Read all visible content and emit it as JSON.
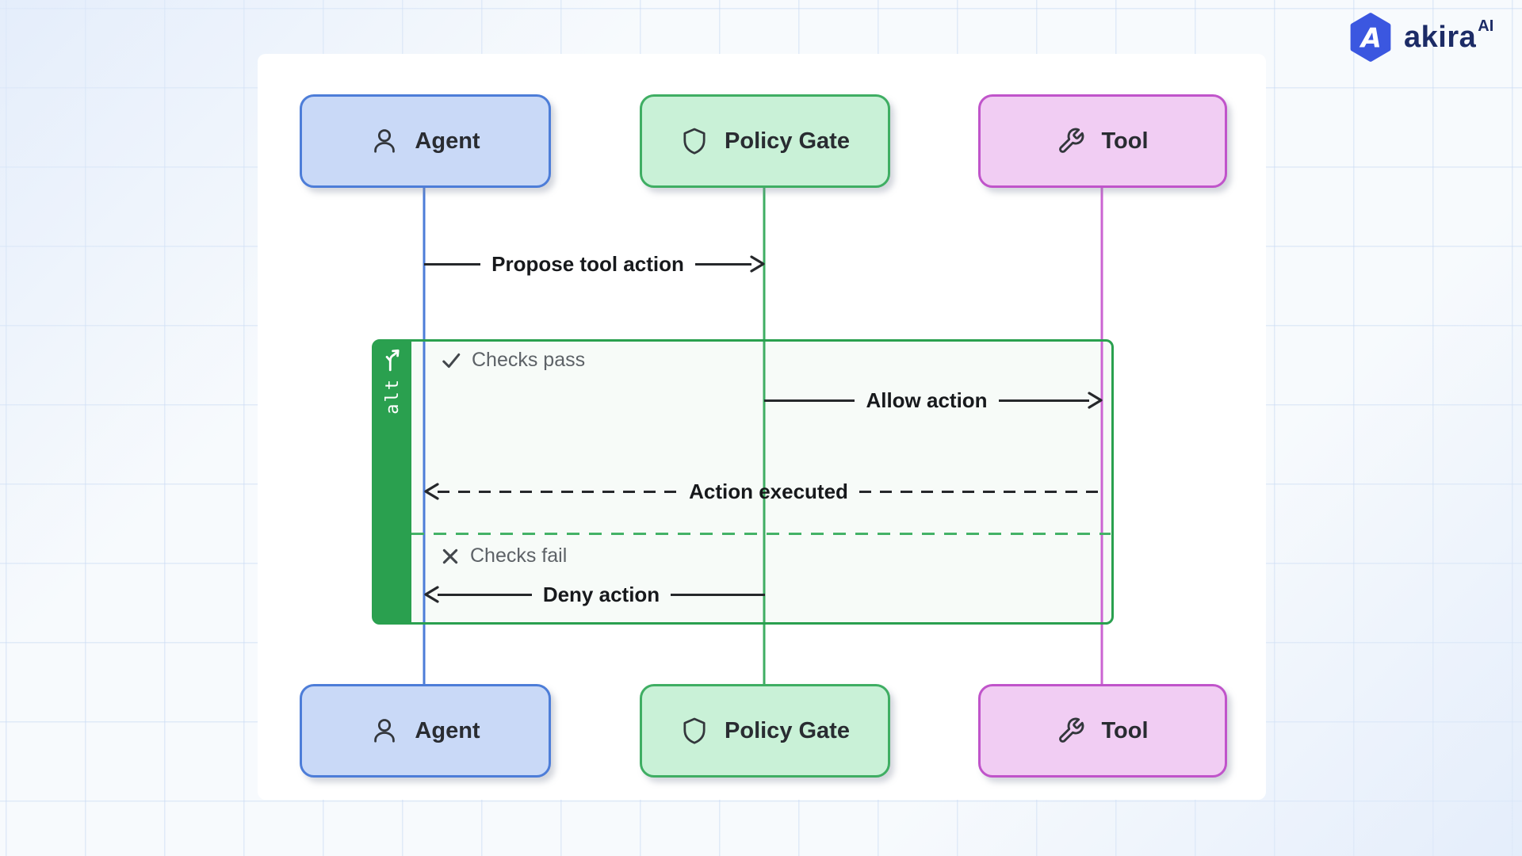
{
  "brand": {
    "name": "akira",
    "superscript": "AI"
  },
  "diagram": {
    "type": "sequence",
    "actors": [
      {
        "id": "agent",
        "label": "Agent",
        "icon": "person-icon",
        "fill": "#c9d9f7",
        "border": "#4d7dd8"
      },
      {
        "id": "policy_gate",
        "label": "Policy Gate",
        "icon": "shield-icon",
        "fill": "#c9f1d7",
        "border": "#3fae63"
      },
      {
        "id": "tool",
        "label": "Tool",
        "icon": "wrench-icon",
        "fill": "#f1cdf3",
        "border": "#c054ca"
      }
    ],
    "messages": [
      {
        "label": "Propose tool action",
        "from": "agent",
        "to": "policy_gate",
        "line": "solid"
      },
      {
        "label": "Allow action",
        "from": "policy_gate",
        "to": "tool",
        "line": "solid"
      },
      {
        "label": "Action executed",
        "from": "tool",
        "to": "agent",
        "line": "dashed"
      },
      {
        "label": "Deny action",
        "from": "policy_gate",
        "to": "agent",
        "line": "solid"
      }
    ],
    "alt_block": {
      "tab_label": "alt",
      "accent": "#2aa04f",
      "branches": [
        {
          "icon": "check-icon",
          "condition": "Checks pass"
        },
        {
          "icon": "x-icon",
          "condition": "Checks fail"
        }
      ]
    }
  }
}
